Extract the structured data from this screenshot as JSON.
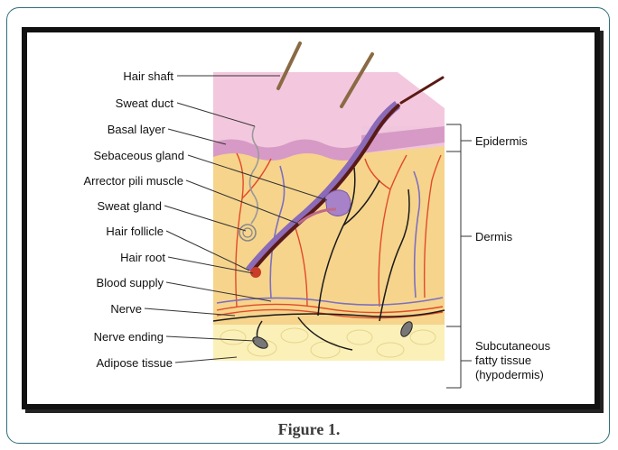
{
  "figure": {
    "caption": "Figure 1.",
    "left_labels": [
      "Hair shaft",
      "Sweat duct",
      "Basal layer",
      "Sebaceous gland",
      "Arrector pili muscle",
      "Sweat gland",
      "Hair follicle",
      "Hair root",
      "Blood supply",
      "Nerve",
      "Nerve ending",
      "Adipose tissue"
    ],
    "right_labels": {
      "epidermis": "Epidermis",
      "dermis": "Dermis",
      "hypodermis_line1": "Subcutaneous",
      "hypodermis_line2": "fatty tissue",
      "hypodermis_line3": "(hypodermis)"
    }
  },
  "colors": {
    "frame_border": "#2f6f78",
    "epidermis": "#f3c8de",
    "basal": "#d79ac6",
    "dermis": "#f6d48c",
    "hypodermis": "#fbf0b8",
    "hair": "#5a1a14",
    "vessel_red": "#e24a2a",
    "vessel_blue": "#7d6fc0",
    "nerve": "#1a1a1a"
  }
}
